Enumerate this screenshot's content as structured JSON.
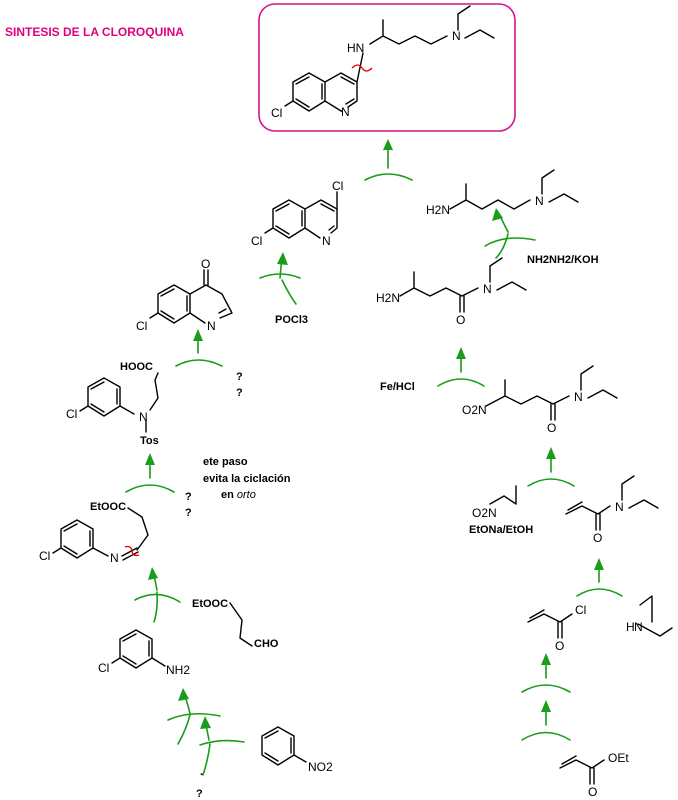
{
  "title": "SINTESIS DE LA CLOROQUINA",
  "colors": {
    "title": "#e0007a",
    "arrow": "#1a9d1a",
    "box": "#d4148c",
    "disconnection": "#e00000"
  },
  "atoms": {
    "hn": "HN",
    "n": "N",
    "cl": "Cl",
    "o": "O",
    "h2n": "H2N",
    "nh2": "NH2",
    "no2": "NO2",
    "o2n": "O2N",
    "oet": "OEt"
  },
  "labels": {
    "pocl3": "POCl3",
    "hydrazine": "NH2NH2/KOH",
    "fehcl": "Fe/HCl",
    "etona": "EtONa/EtOH",
    "hooc": "HOOC",
    "tos": "Tos",
    "etooc": "EtOOC",
    "etooc2": "EtOOC",
    "cho": "CHO",
    "q": "?",
    "note_l1": "ete paso",
    "note_l2": "evita la ciclación",
    "note_l3_en": "en",
    "note_l3_orto": "orto",
    "dot": "·"
  }
}
